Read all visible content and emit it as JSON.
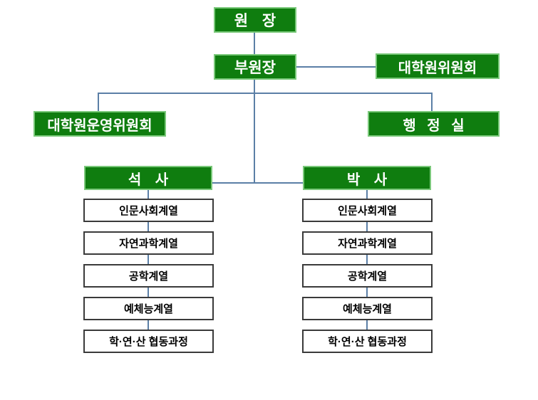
{
  "colors": {
    "box_fill_green": "#0f7d0f",
    "box_border_green": "#7ac87a",
    "box_text_green": "#ffffff",
    "box_border_white": "#3a3a3a",
    "box_text_white": "#000000",
    "connector_line": "#5b7fa6",
    "background": "#ffffff"
  },
  "nodes": {
    "director": "원 장",
    "vice_director": "부원장",
    "graduate_committee": "대학원위원회",
    "graduate_operating_committee": "대학원운영위원회",
    "administrative_office": "행 정 실",
    "masters": "석 사",
    "doctorate": "박 사"
  },
  "masters_programs": [
    "인문사회계열",
    "자연과학계열",
    "공학계열",
    "예체능계열",
    "학·연·산 협동과정"
  ],
  "doctorate_programs": [
    "인문사회계열",
    "자연과학계열",
    "공학계열",
    "예체능계열",
    "학·연·산 협동과정"
  ]
}
